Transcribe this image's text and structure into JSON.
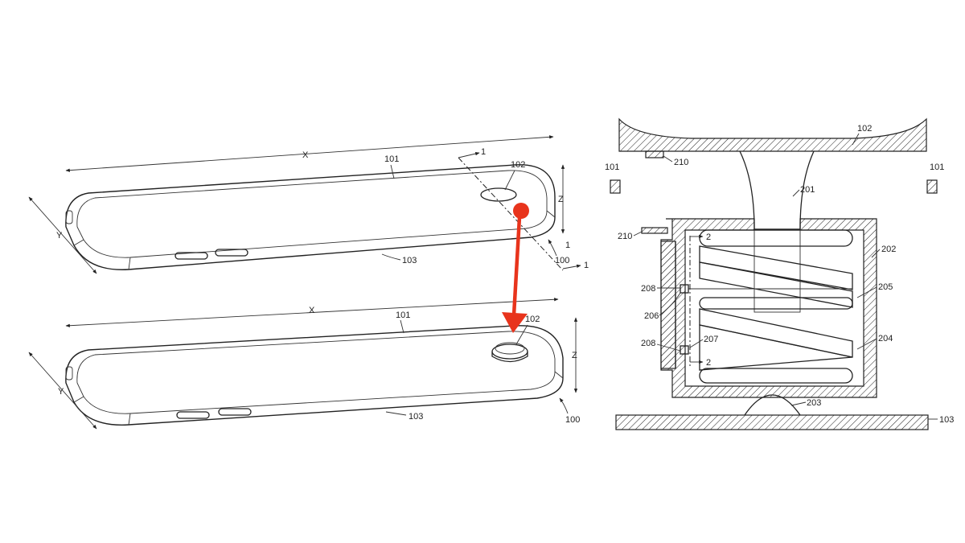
{
  "colors": {
    "arrow": "#e8341c",
    "ink": "#222222",
    "background": "#ffffff"
  },
  "figure_top": {
    "dim_x": "X",
    "dim_y": "Y",
    "dim_z": "Z",
    "ref_top_surface": "101",
    "ref_button": "102",
    "ref_bottom_surface": "103",
    "ref_device": "100",
    "section_mark_a": "1",
    "section_mark_b": "1",
    "section_mark_c": "1"
  },
  "figure_bottom": {
    "dim_x": "X",
    "dim_y": "Y",
    "dim_z": "Z",
    "ref_top_surface": "101",
    "ref_button": "102",
    "ref_bottom_surface": "103",
    "ref_device": "100"
  },
  "cross_section": {
    "ref_button_cap": "102",
    "ref_housing_left": "101",
    "ref_housing_right": "101",
    "ref_bracket_top": "210",
    "ref_bracket_side": "210",
    "ref_stem": "201",
    "ref_casing": "202",
    "ref_section_top": "2",
    "ref_section_bottom": "2",
    "ref_spring_upper": "205",
    "ref_spring_lower": "204",
    "ref_contact_upper": "208",
    "ref_contact_lower": "208",
    "ref_switch": "206",
    "ref_switch_plate": "207",
    "ref_dome": "203",
    "ref_base": "103"
  },
  "icons": {
    "red_arrow": "arrow-down-icon"
  }
}
